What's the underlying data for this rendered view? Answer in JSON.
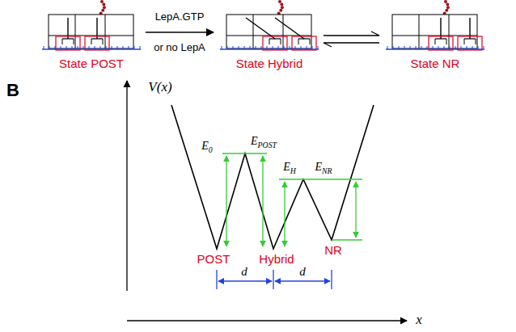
{
  "diagram": {
    "nodes": [
      {
        "text": [
          "State POST"
        ]
      },
      {
        "text": [
          "State Hybrid"
        ]
      },
      {
        "text": [
          "State NR"
        ]
      }
    ],
    "edges": [
      {
        "from": 0,
        "to": 1,
        "arrow": "to",
        "label": "LepA.GTP or no LepA"
      },
      {
        "from": 1,
        "to": 2,
        "arrow": "both"
      }
    ],
    "labels": [
      "B",
      "V(x)",
      "x",
      "E0",
      "EPOST",
      "EH",
      "ENR",
      "POST",
      "Hybrid",
      "NR",
      "d",
      "d"
    ]
  }
}
